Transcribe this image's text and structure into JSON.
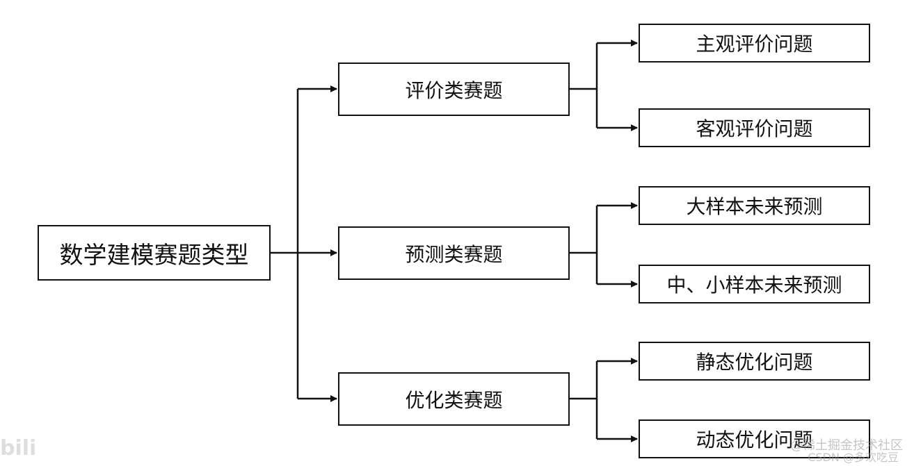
{
  "diagram": {
    "root": "数学建模赛题类型",
    "categories": [
      {
        "label": "评价类赛题",
        "children": [
          "主观评价问题",
          "客观评价问题"
        ]
      },
      {
        "label": "预测类赛题",
        "children": [
          "大样本未来预测",
          "中、小样本未来预测"
        ]
      },
      {
        "label": "优化类赛题",
        "children": [
          "静态优化问题",
          "动态优化问题"
        ]
      }
    ]
  },
  "watermarks": {
    "juejin": "@稀土掘金技术社区",
    "csdn": "CSDN @多欢吃豆",
    "bilibili": "bili"
  },
  "colors": {
    "line": "#111111",
    "box_border": "#111111",
    "background": "#ffffff"
  }
}
